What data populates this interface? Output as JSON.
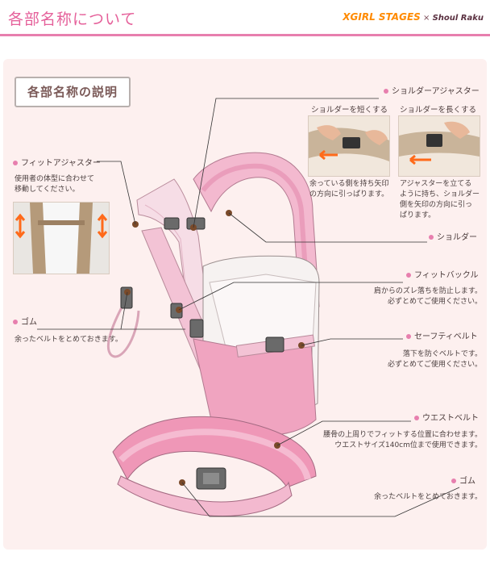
{
  "header": {
    "title": "各部名称について",
    "brand_logo": "XGIRL STAGES",
    "brand_sep": "×",
    "brand_name": "Shoul Raku"
  },
  "section_title": "各部名称の説明",
  "parts": {
    "shoulder_adjuster": {
      "label": "ショルダーアジャスター",
      "left_caption": "ショルダーを短くする",
      "right_caption": "ショルダーを長くする",
      "left_desc": [
        "余っている側を持ち矢印",
        "の方向に引っぱります。"
      ],
      "right_desc": [
        "アジャスターを立てる",
        "ように持ち、ショルダー",
        "側を矢印の方向に引っ",
        "ぱります。"
      ]
    },
    "fit_adjuster": {
      "label": "フィットアジャスター",
      "desc": [
        "使用者の体型に合わせて",
        "移動してください。"
      ]
    },
    "shoulder": {
      "label": "ショルダー"
    },
    "fit_buckle": {
      "label": "フィットバックル",
      "desc": [
        "肩からのズレ落ちを防止します。",
        "必ずとめてご使用ください。"
      ]
    },
    "gum_left": {
      "label": "ゴム",
      "desc": [
        "余ったベルトをとめておきます。"
      ]
    },
    "safety_belt": {
      "label": "セーフティベルト",
      "desc": [
        "落下を防ぐベルトです。",
        "必ずとめてご使用ください。"
      ]
    },
    "waist_belt": {
      "label": "ウエストベルト",
      "desc": [
        "腰骨の上周りでフィットする位置に合わせます。",
        "ウエストサイズ140cm位まで使用できます。"
      ]
    },
    "gum_right": {
      "label": "ゴム",
      "desc": [
        "余ったベルトをとめておきます。"
      ]
    }
  },
  "colors": {
    "accent": "#e77fae",
    "strap": "#f3b9cf",
    "body": "#f6f2f1",
    "leader": "#333333",
    "arrow": "#ff6a1a"
  }
}
